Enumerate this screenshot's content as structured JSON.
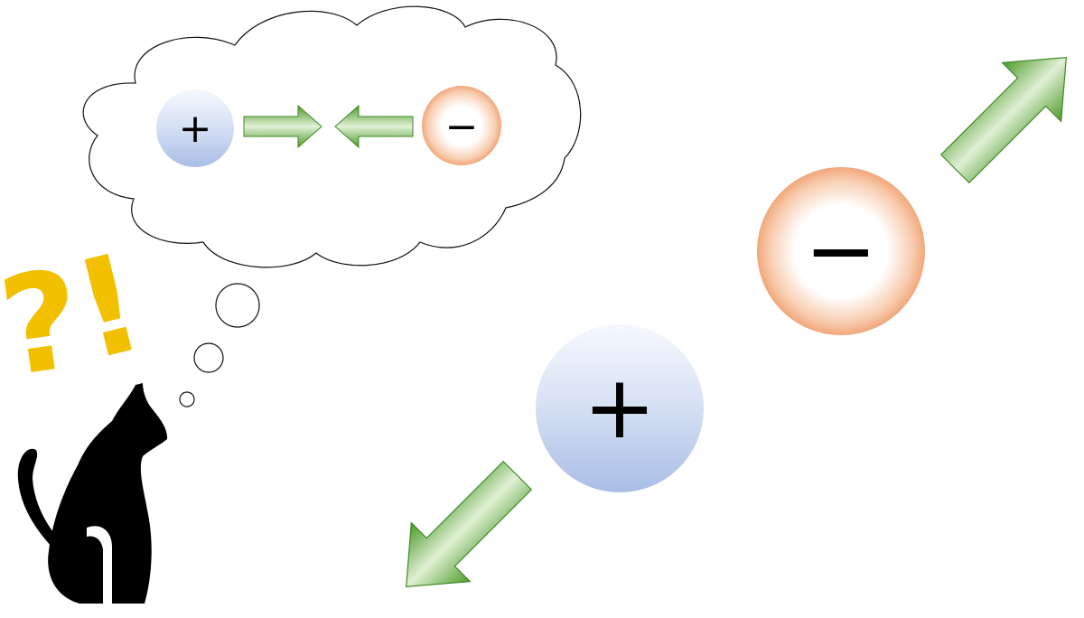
{
  "colors": {
    "positive_edge": "#AABFE6",
    "positive_center": "#F2F6FD",
    "negative_edge": "#F2AC80",
    "negative_center": "#FFFFFF",
    "arrow_green_edge": "#4F9A2F",
    "arrow_green_center": "#E3F2D8",
    "punctuation_yellow": "#F2C000",
    "cat": "#000000"
  },
  "thought": {
    "positive_symbol": "+",
    "negative_symbol": "−",
    "arrows": [
      "right-arrow",
      "left-arrow"
    ],
    "meaning": "attraction"
  },
  "main": {
    "positive_symbol": "+",
    "negative_symbol": "−",
    "arrows": [
      "down-left-arrow",
      "up-right-arrow"
    ],
    "meaning": "repulsion"
  },
  "cat": {
    "reaction": "?!",
    "question_mark": "?",
    "exclamation_mark": "!",
    "icon": "cat-silhouette-icon"
  }
}
